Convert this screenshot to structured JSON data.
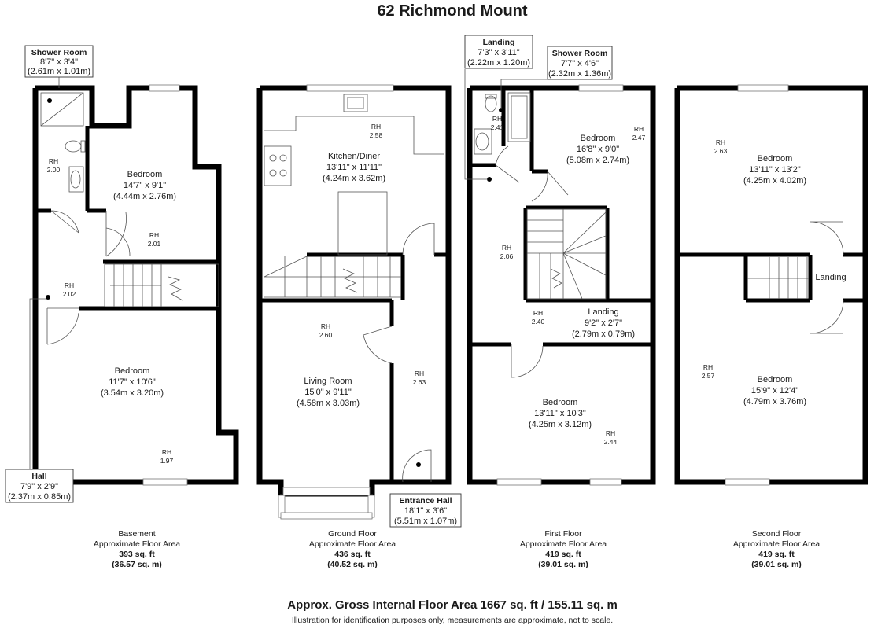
{
  "title": "62 Richmond Mount",
  "rooms": {
    "b_shower": {
      "name": "Shower Room",
      "imp": "8'7\" x 3'4\"",
      "met": "(2.61m x 1.01m)"
    },
    "b_bed1": {
      "name": "Bedroom",
      "imp": "14'7\" x 9'1\"",
      "met": "(4.44m x 2.76m)"
    },
    "b_bed2": {
      "name": "Bedroom",
      "imp": "11'7\" x 10'6\"",
      "met": "(3.54m x 3.20m)"
    },
    "b_hall": {
      "name": "Hall",
      "imp": "7'9\" x 2'9\"",
      "met": "(2.37m x 0.85m)"
    },
    "g_kitchen": {
      "name": "Kitchen/Diner",
      "imp": "13'11\" x 11'11\"",
      "met": "(4.24m x 3.62m)"
    },
    "g_living": {
      "name": "Living Room",
      "imp": "15'0\" x 9'11\"",
      "met": "(4.58m x 3.03m)"
    },
    "g_entrance": {
      "name": "Entrance Hall",
      "imp": "18'1\" x 3'6\"",
      "met": "(5.51m x 1.07m)"
    },
    "f_landing_top": {
      "name": "Landing",
      "imp": "7'3\" x 3'11\"",
      "met": "(2.22m x 1.20m)"
    },
    "f_shower": {
      "name": "Shower Room",
      "imp": "7'7\" x 4'6\"",
      "met": "(2.32m x 1.36m)"
    },
    "f_bed1": {
      "name": "Bedroom",
      "imp": "16'8\" x 9'0\"",
      "met": "(5.08m x 2.74m)"
    },
    "f_landing": {
      "name": "Landing",
      "imp": "9'2\" x 2'7\"",
      "met": "(2.79m x 0.79m)"
    },
    "f_bed2": {
      "name": "Bedroom",
      "imp": "13'11\" x 10'3\"",
      "met": "(4.25m x 3.12m)"
    },
    "s_bed1": {
      "name": "Bedroom",
      "imp": "13'11\" x 13'2\"",
      "met": "(4.25m x 4.02m)"
    },
    "s_landing": {
      "name": "Landing"
    },
    "s_bed2": {
      "name": "Bedroom",
      "imp": "15'9\" x 12'4\"",
      "met": "(4.79m x 3.76m)"
    }
  },
  "rh": {
    "label": "RH",
    "b_shower": "2.00",
    "b_bed1": "2.01",
    "b_hall": "2.02",
    "b_bed2": "1.97",
    "g_kitchen": "2.58",
    "g_living": "2.60",
    "g_entrance": "2.63",
    "f_shower": "2.41",
    "f_bed1": "2.47",
    "f_stairs": "2.06",
    "f_landing": "2.40",
    "f_bed2": "2.44",
    "s_bed1": "2.63",
    "s_bed2": "2.57"
  },
  "floors": [
    {
      "name": "Basement",
      "area_label": "Approximate Floor Area",
      "sqft": "393 sq. ft",
      "sqm": "(36.57 sq. m)"
    },
    {
      "name": "Ground Floor",
      "area_label": "Approximate Floor Area",
      "sqft": "436 sq. ft",
      "sqm": "(40.52 sq. m)"
    },
    {
      "name": "First Floor",
      "area_label": "Approximate Floor Area",
      "sqft": "419 sq. ft",
      "sqm": "(39.01 sq. m)"
    },
    {
      "name": "Second Floor",
      "area_label": "Approximate Floor Area",
      "sqft": "419 sq. ft",
      "sqm": "(39.01 sq. m)"
    }
  ],
  "gross": "Approx. Gross Internal Floor Area 1667 sq. ft / 155.11 sq. m",
  "disclaimer": "Illustration for identification purposes only, measurements are approximate, not to scale."
}
